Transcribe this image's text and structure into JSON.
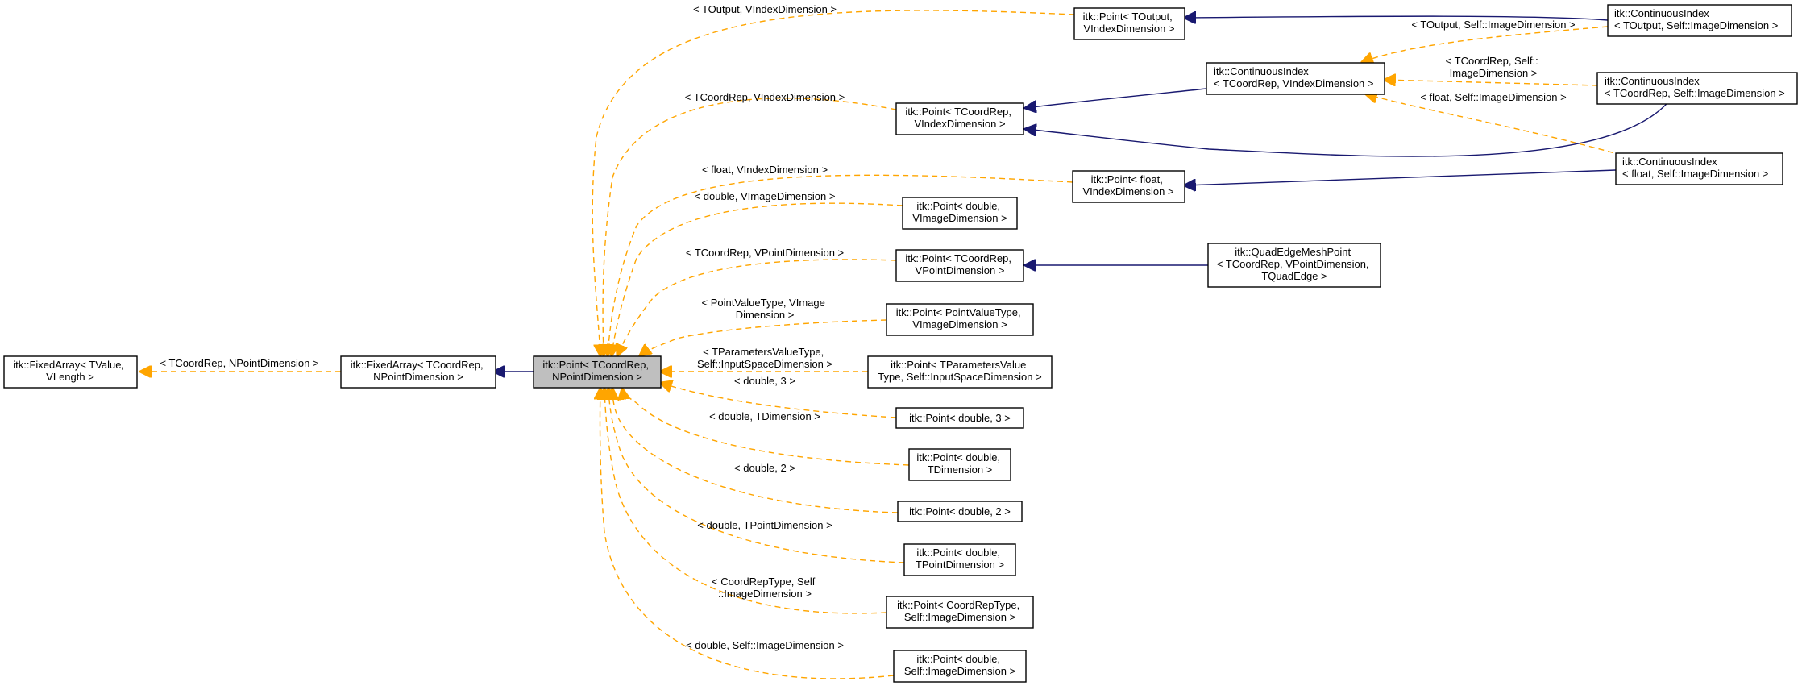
{
  "nodes": {
    "fixed_array_template": [
      "itk::FixedArray< TValue,",
      "VLength >"
    ],
    "fixed_array_inst": [
      "itk::FixedArray< TCoordRep,",
      "NPointDimension >"
    ],
    "point_main": [
      "itk::Point< TCoordRep,",
      "NPointDimension >"
    ],
    "p_toutput": [
      "itk::Point< TOutput,",
      "VIndexDimension >"
    ],
    "p_tcoordrep_vindex": [
      "itk::Point< TCoordRep,",
      "VIndexDimension >"
    ],
    "p_float_vindex": [
      "itk::Point< float,",
      "VIndexDimension >"
    ],
    "p_double_vimage": [
      "itk::Point< double,",
      "VImageDimension >"
    ],
    "p_tcoordrep_vpoint": [
      "itk::Point< TCoordRep,",
      "VPointDimension >"
    ],
    "p_pointvaluetype": [
      "itk::Point< PointValueType,",
      "VImageDimension >"
    ],
    "p_tparams": [
      "itk::Point< TParametersValue",
      "Type, Self::InputSpaceDimension >"
    ],
    "p_double_3": [
      "itk::Point< double, 3 >"
    ],
    "p_double_tdim": [
      "itk::Point< double,",
      "TDimension >"
    ],
    "p_double_2": [
      "itk::Point< double, 2 >"
    ],
    "p_double_tpoint": [
      "itk::Point< double,",
      "TPointDimension >"
    ],
    "p_coordreptype": [
      "itk::Point< CoordRepType,",
      "Self::ImageDimension >"
    ],
    "p_double_self": [
      "itk::Point< double,",
      "Self::ImageDimension >"
    ],
    "ci_tcoordrep_vindex": [
      "itk::ContinuousIndex",
      "< TCoordRep, VIndexDimension >"
    ],
    "ci_toutput_self": [
      "itk::ContinuousIndex",
      "< TOutput, Self::ImageDimension >"
    ],
    "ci_tcoordrep_self": [
      "itk::ContinuousIndex",
      "< TCoordRep, Self::ImageDimension >"
    ],
    "ci_float_self": [
      "itk::ContinuousIndex",
      "< float, Self::ImageDimension >"
    ],
    "quadedge": [
      "itk::QuadEdgeMeshPoint",
      "< TCoordRep, VPointDimension,",
      "TQuadEdge >"
    ]
  },
  "edge_labels": {
    "fixed_array": [
      "< TCoordRep, NPointDimension >"
    ],
    "toutput": [
      "< TOutput, VIndexDimension >"
    ],
    "tcoordrep_vindex": [
      "< TCoordRep, VIndexDimension >"
    ],
    "float_vindex": [
      "< float, VIndexDimension >"
    ],
    "double_vimage": [
      "< double, VImageDimension >"
    ],
    "tcoordrep_vpoint": [
      "< TCoordRep, VPointDimension >"
    ],
    "pointvaluetype": [
      "< PointValueType, VImage",
      "Dimension >"
    ],
    "tparams": [
      "< TParametersValueType,",
      "Self::InputSpaceDimension >"
    ],
    "double_3": [
      "< double, 3 >"
    ],
    "double_tdim": [
      "< double, TDimension >"
    ],
    "double_2": [
      "< double, 2 >"
    ],
    "double_tpoint": [
      "< double, TPointDimension >"
    ],
    "coordreptype": [
      "< CoordRepType, Self",
      "::ImageDimension >"
    ],
    "double_self": [
      "< double, Self::ImageDimension >"
    ],
    "ci_toutput": [
      "< TOutput, Self::ImageDimension >"
    ],
    "ci_tcoordrep": [
      "< TCoordRep, Self::",
      "ImageDimension >"
    ],
    "ci_float": [
      "< float, Self::ImageDimension >"
    ]
  },
  "colors": {
    "template_edge": "#ffa500",
    "inheritance_edge": "#191970",
    "highlight_fill": "#bfbfbf"
  }
}
